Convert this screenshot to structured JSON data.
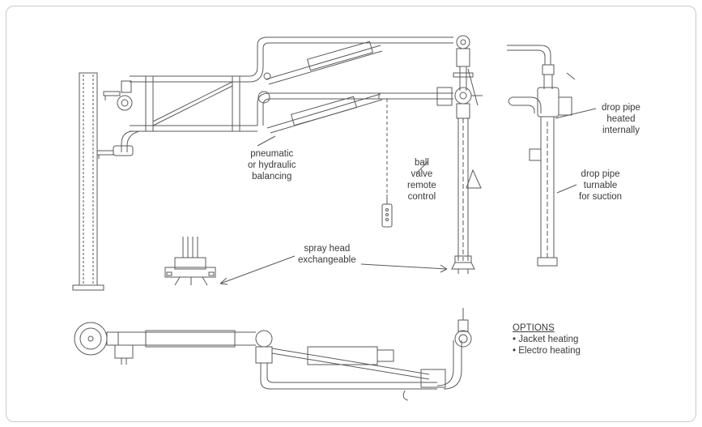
{
  "labels": {
    "balancing": [
      "pneumatic",
      "or hydraulic",
      "balancing"
    ],
    "ball_valve": [
      "ball",
      "valve",
      "remote",
      "control"
    ],
    "drop_pipe_heated": [
      "drop pipe",
      "heated",
      "internally"
    ],
    "drop_pipe_turnable": [
      "drop pipe",
      "turnable",
      "for suction"
    ],
    "spray_head": [
      "spray head",
      "exchangeable"
    ]
  },
  "options": {
    "heading": "OPTIONS",
    "items": [
      "Jacket heating",
      "Electro heating"
    ]
  },
  "colors": {
    "line": "#5a5a5a",
    "frame": "#c9c9c9",
    "text": "#3a3a3a"
  }
}
